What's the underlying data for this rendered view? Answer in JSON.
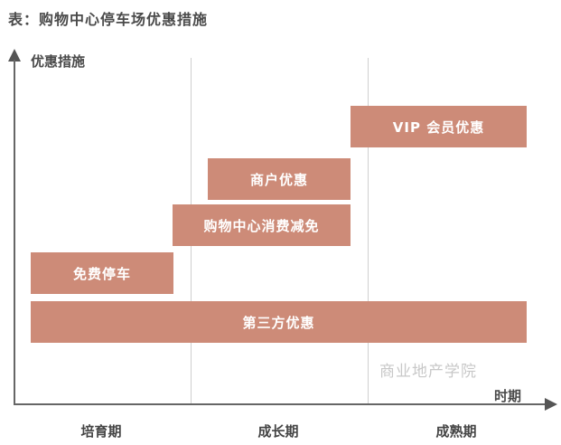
{
  "title": "表：购物中心停车场优惠措施",
  "y_axis_label": "优惠措施",
  "x_axis_label": "时期",
  "phases": [
    "培育期",
    "成长期",
    "成熟期"
  ],
  "measures": [
    {
      "label": "VIP 会员优惠",
      "phases": [
        "成熟期"
      ]
    },
    {
      "label": "商户优惠",
      "phases": [
        "成长期"
      ]
    },
    {
      "label": "购物中心消费减免",
      "phases": [
        "成长期"
      ]
    },
    {
      "label": "免费停车",
      "phases": [
        "培育期"
      ]
    },
    {
      "label": "第三方优惠",
      "phases": [
        "培育期",
        "成长期",
        "成熟期"
      ]
    }
  ],
  "watermark": "商业地产学院",
  "colors": {
    "bar": "#cd8b78",
    "axis": "#666666",
    "divider": "#cfcfcf"
  }
}
